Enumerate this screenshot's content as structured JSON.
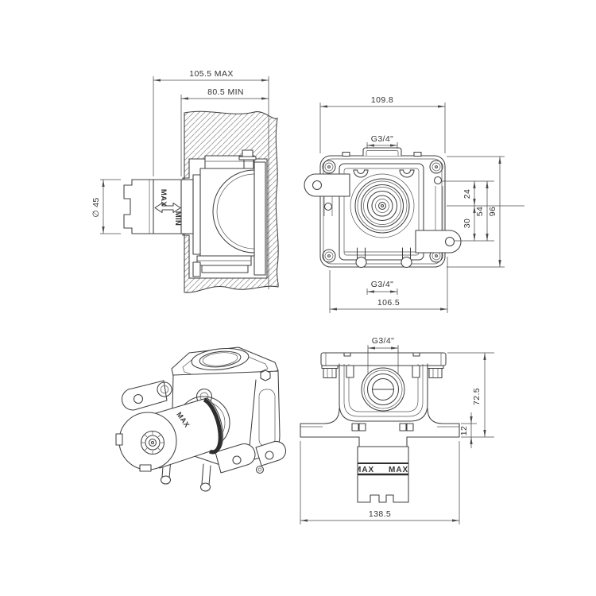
{
  "page": {
    "background": "#ffffff",
    "line_color": "#404040",
    "text_color": "#333333"
  },
  "views": {
    "side_section": {
      "dim_max_depth": "105.5 MAX",
      "dim_min_depth": "80.5 MIN",
      "dim_knob_diameter": "∅ 45",
      "label_max": "MAX",
      "label_min": "MIN"
    },
    "front": {
      "dim_width_top": "109.8",
      "port_top": "G3/4\"",
      "dim_hole_to_center": "24",
      "dim_hole_to_ear": "54",
      "dim_height": "96",
      "dim_center_to_ear": "30",
      "port_bottom": "G3/4\"",
      "dim_width_bottom": "106.5"
    },
    "isometric": {
      "label_max": "MAX"
    },
    "top": {
      "port": "G3/4\"",
      "dim_depth": "72.5",
      "dim_flange_thickness": "12",
      "dim_width": "138.5",
      "label_max_left": "MAX",
      "label_max_right": "MAX"
    }
  }
}
